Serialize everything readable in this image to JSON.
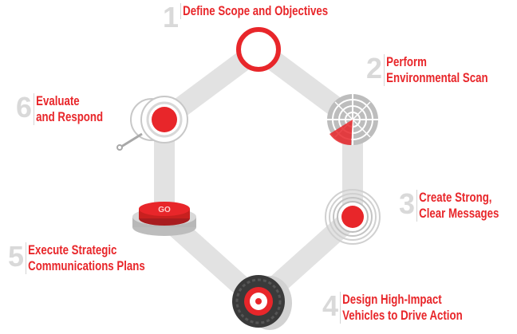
{
  "steps": [
    {
      "number": "1",
      "lines": [
        "Define Scope and Objectives"
      ],
      "icon": "red-ring-icon"
    },
    {
      "number": "2",
      "lines": [
        "Perform",
        "Environmental Scan"
      ],
      "icon": "radar-icon"
    },
    {
      "number": "3",
      "lines": [
        "Create Strong,",
        "Clear Messages"
      ],
      "icon": "target-rings-icon"
    },
    {
      "number": "4",
      "lines": [
        "Design High-Impact",
        "Vehicles to Drive Action"
      ],
      "icon": "tire-icon"
    },
    {
      "number": "5",
      "lines": [
        "Execute Strategic",
        "Communications Plans"
      ],
      "icon": "go-button-icon",
      "button_text": "GO"
    },
    {
      "number": "6",
      "lines": [
        "Evaluate",
        "and Respond"
      ],
      "icon": "magnifier-icon"
    }
  ],
  "colors": {
    "accent": "#e8262a",
    "track": "#e2e2e2",
    "number": "#d9d9d9"
  }
}
